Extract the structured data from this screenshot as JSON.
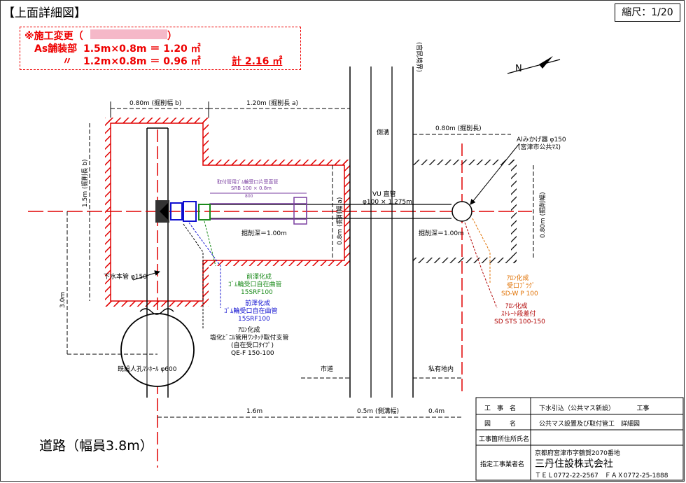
{
  "title": "【上面詳細図】",
  "scale": "縮尺：1/20",
  "change_note": {
    "header": "※施工変更（",
    "header_close": "）",
    "line1_label": "As舗装部",
    "line1_calc": "1.5m×0.8m ＝ 1.20 ㎡",
    "line2_label": "〃",
    "line2_calc": "1.2m×0.8m ＝ 0.96 ㎡",
    "total": "計 2.16 ㎡"
  },
  "road_label": "道路（幅員3.8m）",
  "labels": {
    "dim_width_b": "0.80m (掘削幅 b)",
    "dim_length_a": "1.20m (掘削長 a)",
    "dim_length_right": "0.80m (掘削長)",
    "dim_length_b": "1.5m (掘削長 b)",
    "dim_width_a": "0.8m (掘削幅 a)",
    "dim_width_right": "0.80m (掘削幅)",
    "dim_3m": "3.0m",
    "ditch": "側溝",
    "boundary": "(官民境界)",
    "pipe_title": "取付管用ｺﾞﾑ輪受口片受直管",
    "pipe_spec": "SRB 100 × 0.8m",
    "pipe_sub": "800",
    "vu_pipe": "VU 直管",
    "vu_spec": "φ100 × 1.275m",
    "depth_left": "掘削深＝1.00m",
    "depth_right": "掘削深＝1.00m",
    "main_pipe": "下水本管 φ150",
    "manhole": "既設人孔ﾏﾝﾎｰﾙ φ600",
    "al_mass": "Alみかげ器 φ150",
    "al_mass_sub": "(宮津市公共ﾏｽ)",
    "green1": "前澤化成",
    "green2": "ｺﾞﾑ輪受口自在曲管",
    "green3": "15SRF100",
    "blue1": "前澤化成",
    "blue2": "ｺﾞﾑ輪受口自在曲管",
    "blue3": "15SRF100",
    "black1": "ｱﾛﾝ化成",
    "black2": "塩化ﾋﾞﾆﾙ管用ﾜﾝﾀｯﾁ取付支管",
    "black3": "(自在受口ﾀｲﾌﾟ)",
    "black4": "QE-F 150-100",
    "orange1": "ｱﾛﾝ化成",
    "orange2": "受口ﾌﾟﾗｸﾞ",
    "orange3": "SD-W P 100",
    "red1": "ｱﾛﾝ化成",
    "red2": "ｽﾄﾚｰﾄ段差付",
    "red3": "SD STS 100-150",
    "city_road": "市道",
    "private_land": "私有地内",
    "dim_16": "1.6m",
    "dim_05": "0.5m (側溝幅)",
    "dim_04": "0.4m",
    "north": "N"
  },
  "title_block": {
    "r1_label": "工　事　名",
    "r1_value": "下水引込（公共マス新設）　　　　工事",
    "r2_label": "図　　　名",
    "r2_value": "公共マス設置及び取付管工　詳細図",
    "r3_label": "工事箇所住所氏名",
    "r3_value": "",
    "r4_label": "指定工事業者名",
    "r4_addr": "京都府宮津市字鶴賀2070番地",
    "r4_company": "三丹住設株式会社",
    "r4_tel": "ＴＥＬ0772-22-2567　ＦＡＸ0772-25-1888"
  },
  "colors": {
    "red": "#e00000",
    "green": "#1a8a1a",
    "blue": "#1010d0",
    "orange": "#e07000",
    "purple": "#7a3fa0",
    "darkred": "#b00000"
  }
}
